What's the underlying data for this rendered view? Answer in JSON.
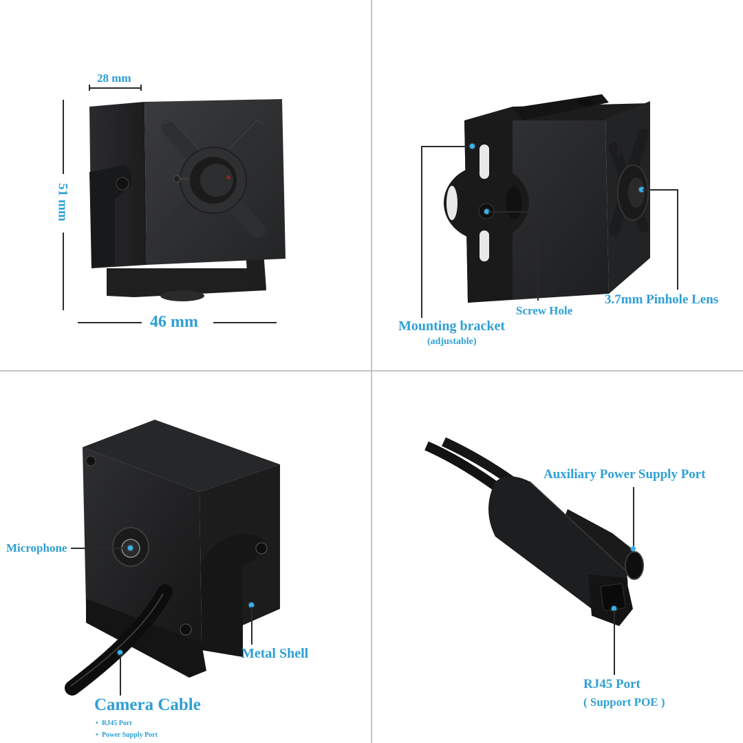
{
  "colors": {
    "label": "#2e9fd6",
    "leader_line": "#2a2a2a",
    "marker_dot": "#35b3f0",
    "divider": "#c4c4c4",
    "camera_body": "#2b2c2e",
    "background": "#ffffff"
  },
  "panels": {
    "dimensions": {
      "width_label": "28 mm",
      "height_label": "51 mm",
      "depth_label": "46 mm"
    },
    "rear_view": {
      "mounting_bracket": "Mounting bracket",
      "mounting_bracket_note": "(adjustable)",
      "screw_hole": "Screw Hole",
      "pinhole_lens": "3.7mm Pinhole Lens"
    },
    "side_view": {
      "microphone": "Microphone",
      "metal_shell": "Metal Shell",
      "camera_cable": "Camera Cable",
      "cable_features": [
        "RJ45 Port",
        "Power Supply Port"
      ],
      "bullet": "•"
    },
    "cable_connector": {
      "aux_power": "Auxiliary Power Supply Port",
      "rj45": "RJ45 Port",
      "rj45_note": "( Support POE )"
    }
  }
}
